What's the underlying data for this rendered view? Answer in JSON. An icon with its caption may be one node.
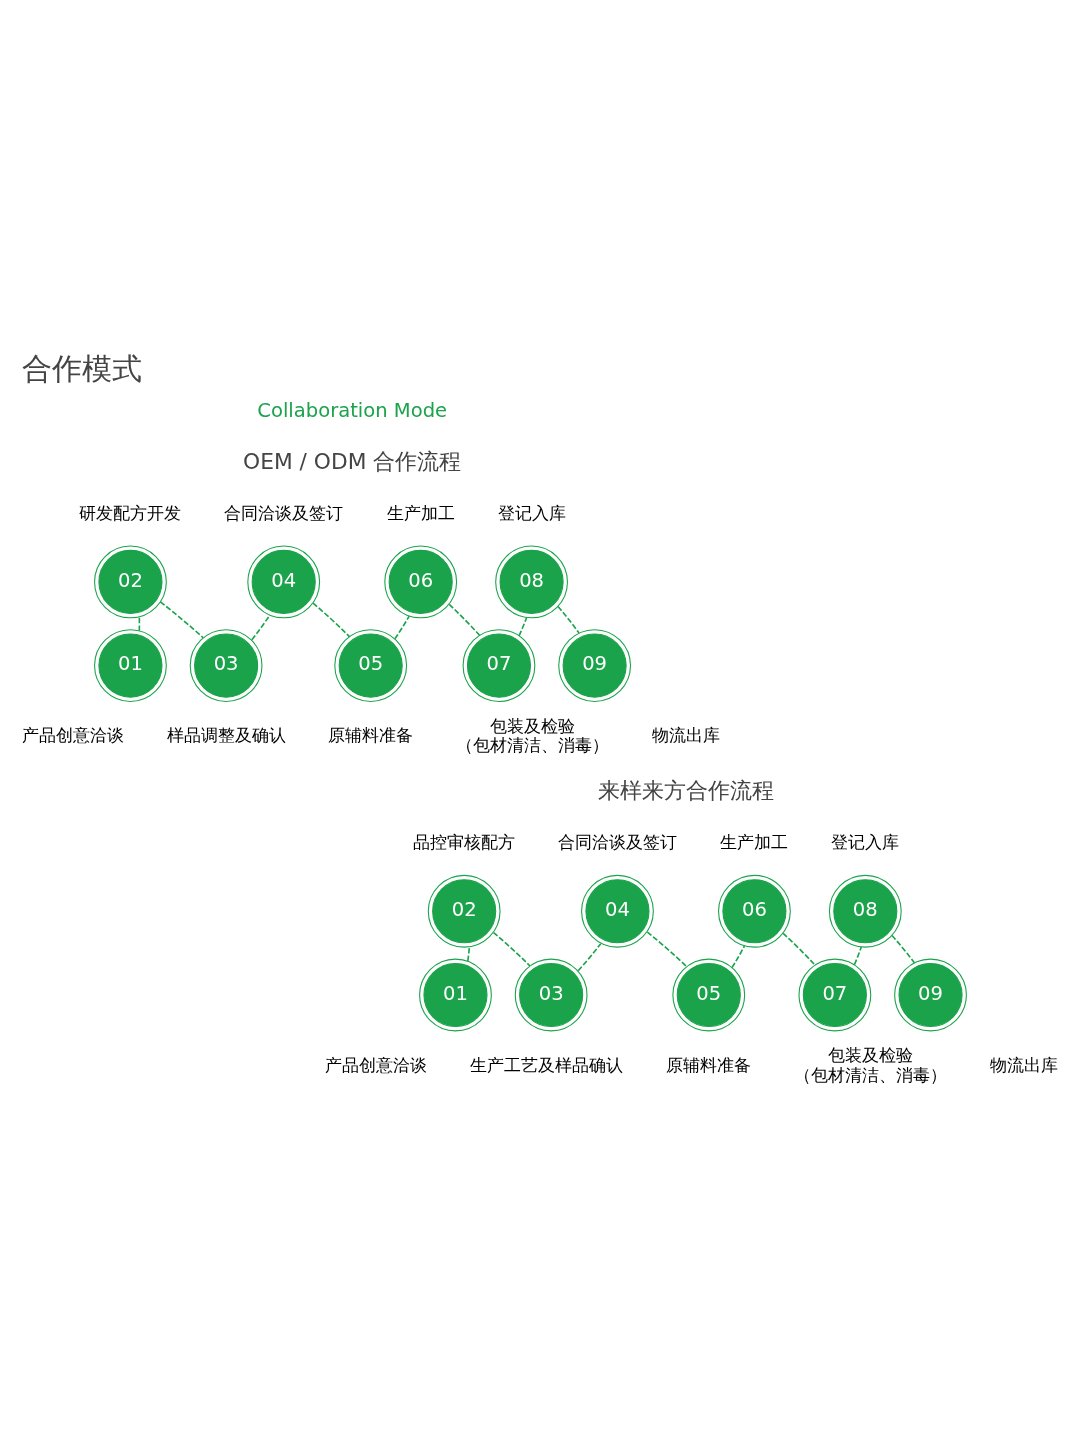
{
  "diagram": {
    "title": "合作模式",
    "nodes": [
      {
        "text": [
          "01"
        ],
        "beside": [
          "产品创意洽谈"
        ]
      },
      {
        "text": [
          "02"
        ],
        "beside": [
          "研发配方开发"
        ]
      },
      {
        "text": [
          "03"
        ],
        "beside": [
          "样品调整及确认"
        ]
      },
      {
        "text": [
          "04"
        ],
        "beside": [
          "合同洽谈及签订"
        ]
      },
      {
        "text": [
          "05"
        ],
        "beside": [
          "原辅料准备"
        ]
      },
      {
        "text": [
          "06"
        ],
        "beside": [
          "生产加工"
        ]
      },
      {
        "text": [
          "07"
        ],
        "beside": [
          "包装及检验",
          "（包材清洁、消毒）"
        ]
      },
      {
        "text": [
          "08"
        ],
        "beside": [
          "登记入库"
        ]
      },
      {
        "text": [
          "09"
        ],
        "beside": [
          "物流出库"
        ]
      },
      {
        "text": [
          "01"
        ],
        "beside": [
          "产品创意洽谈"
        ]
      },
      {
        "text": [
          "02"
        ],
        "beside": [
          "品控审核配方"
        ]
      },
      {
        "text": [
          "03"
        ],
        "beside": [
          "生产工艺及样品确认"
        ]
      },
      {
        "text": [
          "04"
        ],
        "beside": [
          "合同洽谈及签订"
        ]
      },
      {
        "text": [
          "05"
        ],
        "beside": [
          "原辅料准备"
        ]
      },
      {
        "text": [
          "06"
        ],
        "beside": [
          "生产加工"
        ]
      },
      {
        "text": [
          "07"
        ],
        "beside": [
          "包装及检验",
          "（包材清洁、消毒）"
        ]
      },
      {
        "text": [
          "08"
        ],
        "beside": [
          "登记入库"
        ]
      },
      {
        "text": [
          "09"
        ],
        "beside": [
          "物流出库"
        ]
      }
    ],
    "edges": [
      {
        "from": 0,
        "to": 1,
        "arrow": "none",
        "style": "dashed"
      },
      {
        "from": 1,
        "to": 2,
        "arrow": "none",
        "style": "dashed"
      },
      {
        "from": 2,
        "to": 3,
        "arrow": "none",
        "style": "dashed"
      },
      {
        "from": 3,
        "to": 4,
        "arrow": "none",
        "style": "dashed"
      },
      {
        "from": 4,
        "to": 5,
        "arrow": "none",
        "style": "dashed"
      },
      {
        "from": 5,
        "to": 6,
        "arrow": "none",
        "style": "dashed"
      },
      {
        "from": 6,
        "to": 7,
        "arrow": "none",
        "style": "dashed"
      },
      {
        "from": 7,
        "to": 8,
        "arrow": "none",
        "style": "dashed"
      },
      {
        "from": 9,
        "to": 10,
        "arrow": "none",
        "style": "dashed"
      },
      {
        "from": 10,
        "to": 11,
        "arrow": "none",
        "style": "dashed"
      },
      {
        "from": 11,
        "to": 12,
        "arrow": "none",
        "style": "dashed"
      },
      {
        "from": 12,
        "to": 13,
        "arrow": "none",
        "style": "dashed"
      },
      {
        "from": 13,
        "to": 14,
        "arrow": "none",
        "style": "dashed"
      },
      {
        "from": 14,
        "to": 15,
        "arrow": "none",
        "style": "dashed"
      },
      {
        "from": 15,
        "to": 16,
        "arrow": "none",
        "style": "dashed"
      },
      {
        "from": 16,
        "to": 17,
        "arrow": "none",
        "style": "dashed"
      }
    ],
    "labels": [
      "Collaboration Mode",
      "OEM / ODM 合作流程",
      "来样来方合作流程"
    ]
  }
}
